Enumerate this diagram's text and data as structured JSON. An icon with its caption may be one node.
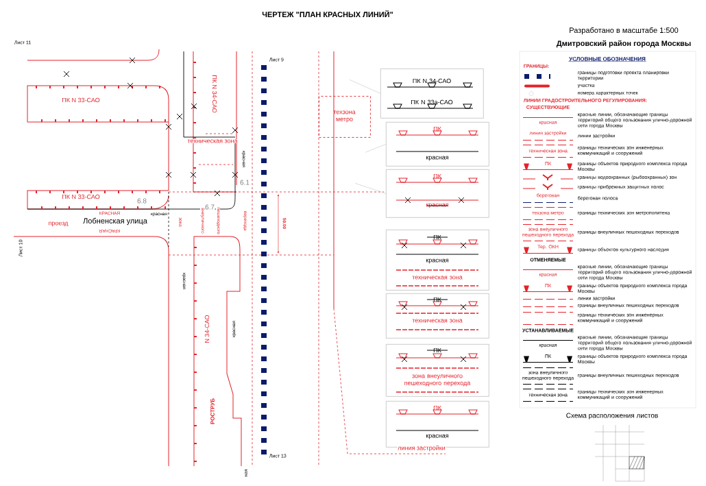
{
  "diagram": {
    "title": "ЧЕРТЕЖ \"ПЛАН КРАСНЫХ ЛИНИЙ\"",
    "nodes": [
      {
        "text": [
          "ПК N 34-САО",
          "ПК N 33а-САО"
        ]
      },
      {
        "text": [
          "ПК",
          "красная"
        ]
      },
      {
        "text": [
          "ПК",
          "красная"
        ]
      },
      {
        "text": [
          "ПК",
          "красная",
          "техническая зона"
        ]
      },
      {
        "text": [
          "ПК",
          "техническая зона"
        ]
      },
      {
        "text": [
          "ПК",
          "зона внеуличного пешеходного перехода"
        ]
      },
      {
        "text": [
          "ПК",
          "красная"
        ]
      },
      {
        "text": [
          "техзона метро"
        ]
      }
    ],
    "edges": [
      {
        "from": 0,
        "to": null,
        "arrow": "none"
      },
      {
        "from": 1,
        "to": null,
        "arrow": "none"
      },
      {
        "from": 2,
        "to": null,
        "arrow": "none"
      }
    ],
    "labels": [
      "Лист 11",
      "Разработано в масштабе 1:500",
      "Дмитровский район города Москвы",
      "Лист 9",
      "ПК N 33-САО",
      "ПК N 34-САО",
      "техническая зона",
      "красная",
      "6.1",
      "ПК N 33-САО",
      "6.8",
      "6.7",
      "КРАСНАЯ",
      "красная",
      "проезд",
      "Лобненская улица",
      "зона",
      "внеуличного",
      "пешеходного",
      "перехода",
      "50.00",
      "КРАСНАЯ",
      "Лист 10",
      "красная",
      "N 34-САО",
      "красная",
      "РОСТРУБ",
      "ная",
      "Лист 13",
      "линия застройки",
      "УСЛОВНЫЕ ОБОЗНАЧЕНИЯ",
      "ГРАНИЦЫ:",
      "ЛИНИИ ГРАДОСТРОИТЕЛЬНОГО РЕГУЛИРОВАНИЯ:",
      "СУЩЕСТВУЮЩИЕ",
      "красная",
      "линия застройки",
      "техническая зона",
      "ПК",
      "береговая",
      "техзона метро",
      "зона внеуличного пешеходного перехода",
      "Тер. ОКН",
      "ОТМЕНЯЕМЫЕ",
      "красная",
      "ПК",
      "УСТАНАВЛИВАЕМЫЕ",
      "красная",
      "ПК",
      "зона внеуличного пешеходного перехода",
      "техническая зона",
      "Схема расположения листов"
    ],
    "legend": [
      {
        "text": "границы подготовки проекта планировки территории"
      },
      {
        "text": "участка"
      },
      {
        "text": "номера характерных точек"
      },
      {
        "text": "красные линии, обозначающие границы территорий общего пользования улично-дорожной сети города Москвы"
      },
      {
        "text": "линии застройки"
      },
      {
        "text": "границы технических зон инженерных коммуникаций и сооружений"
      },
      {
        "text": "границы объектов природного комплекса города Москвы"
      },
      {
        "text": "границы водоохранных (рыбоохранных) зон"
      },
      {
        "text": "границы прибрежных защитных полос"
      },
      {
        "text": "береговая полоса"
      },
      {
        "text": "границы технических зон метрополитена"
      },
      {
        "text": "границы внеуличных пешеходных переходов"
      },
      {
        "text": "границы объектов культурного наследия"
      },
      {
        "text": "красные линии, обозначающие границы территорий общего пользования улично-дорожной сети города Москвы"
      },
      {
        "text": "границы объектов природного комплекса города Москвы"
      },
      {
        "text": "линии застройки"
      },
      {
        "text": "границы внеуличных пешеходных переходов"
      },
      {
        "text": "границы технических зон инженерных коммуникаций и сооружений"
      },
      {
        "text": "красные линии, обозначающие границы территорий общего пользования улично-дорожной сети города Москвы"
      },
      {
        "text": "границы объектов природного комплекса города Москвы"
      },
      {
        "text": "границы внеуличных пешеходных переходов"
      },
      {
        "text": "границы технических зон инженерных коммуникаций и сооружений"
      }
    ]
  }
}
